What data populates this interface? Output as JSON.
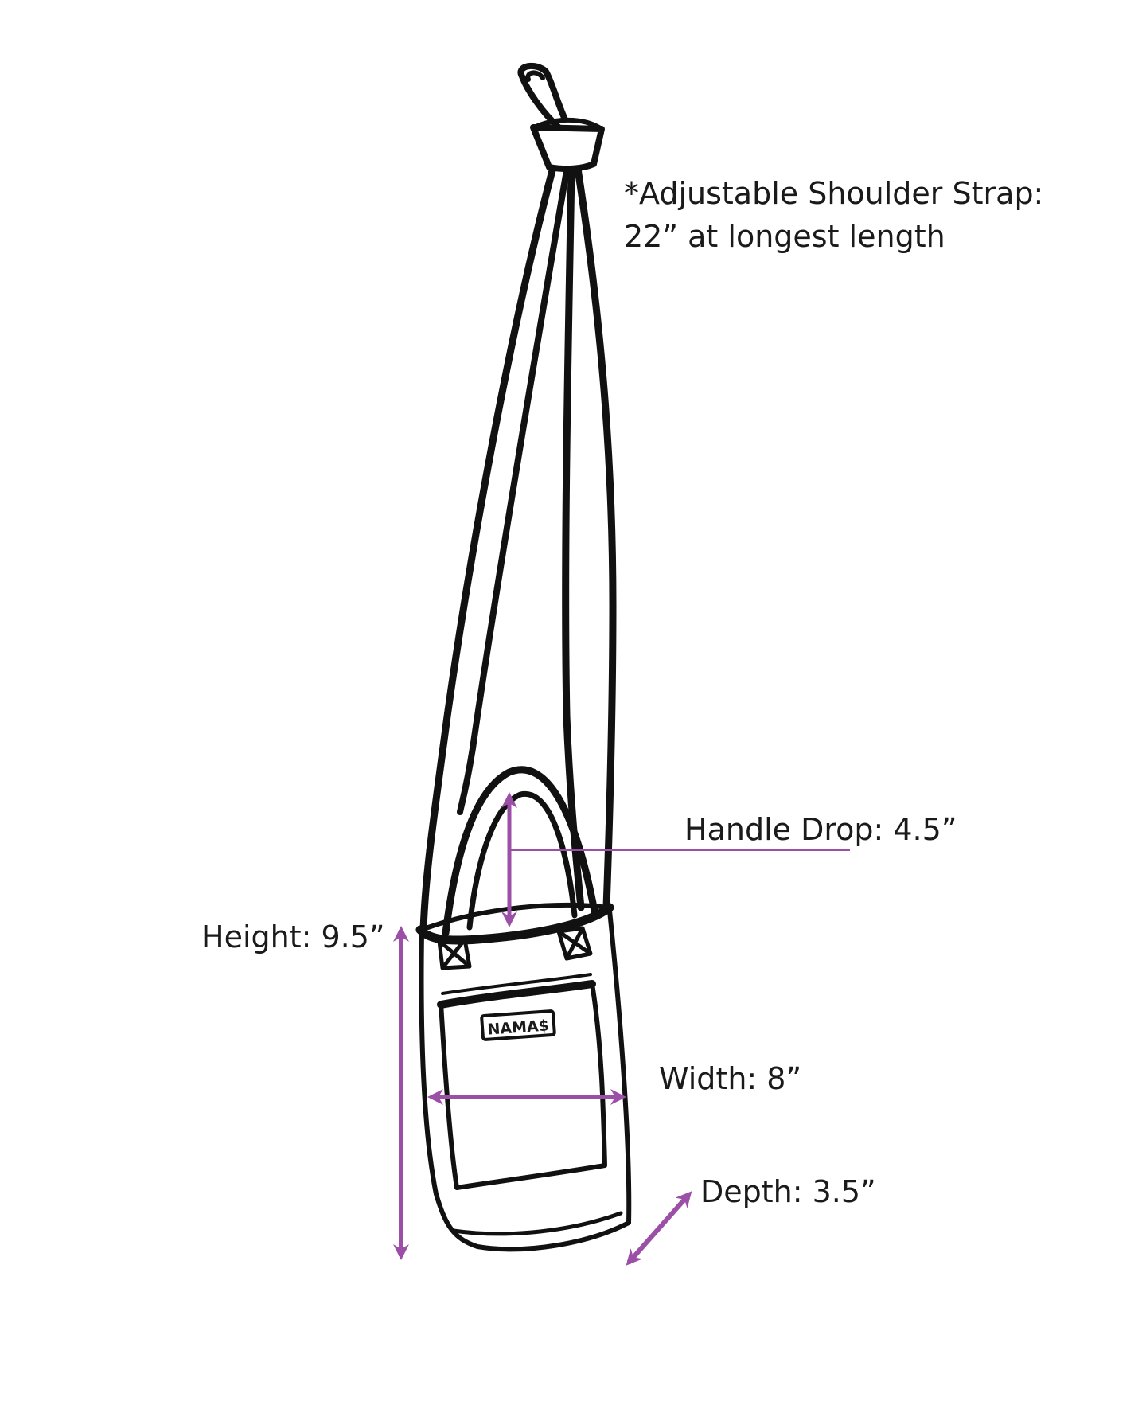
{
  "colors": {
    "ink": "#111111",
    "accent": "#9b4fa6",
    "text": "#1a1a1a",
    "background": "#ffffff"
  },
  "labels": {
    "strap_line1": "*Adjustable Shoulder Strap:",
    "strap_line2": "22” at longest length",
    "handle_drop": "Handle Drop: 4.5”",
    "height": "Height: 9.5”",
    "width": "Width: 8”",
    "depth": "Depth: 3.5”",
    "brand_tag": "NAMA$"
  }
}
